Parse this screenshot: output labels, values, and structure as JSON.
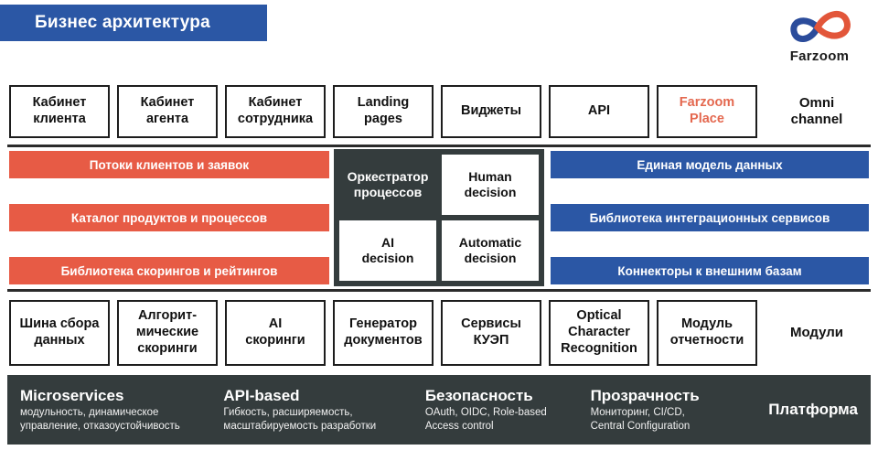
{
  "header": {
    "title": "Бизнес архитектура",
    "banner_color": "#2B57A5",
    "logo": {
      "name": "farzoom-infinity-logo",
      "wordmark": "Farzoom",
      "color_blue": "#2B4C9B",
      "color_orange": "#E2563A"
    }
  },
  "rows": {
    "omni": {
      "label": "Omni\nchannel",
      "label_line1": "Omni",
      "label_line2": "channel",
      "items": [
        {
          "line1": "Кабинет",
          "line2": "клиента",
          "accent": false
        },
        {
          "line1": "Кабинет",
          "line2": "агента",
          "accent": false
        },
        {
          "line1": "Кабинет",
          "line2": "сотрудника",
          "accent": false
        },
        {
          "line1": "Landing",
          "line2": "pages",
          "accent": false
        },
        {
          "line1": "Виджеты",
          "line2": "",
          "accent": false
        },
        {
          "line1": "API",
          "line2": "",
          "accent": false
        },
        {
          "line1": "Farzoom",
          "line2": "Place",
          "accent": true
        }
      ]
    },
    "middle": {
      "left_bars": [
        {
          "label": "Потоки клиентов и заявок",
          "color": "#E75B45"
        },
        {
          "label": "Каталог продуктов и процессов",
          "color": "#E75B45"
        },
        {
          "label": "Библиотека скорингов и рейтингов",
          "color": "#E75B45"
        }
      ],
      "right_bars": [
        {
          "label": "Единая модель данных",
          "color": "#2B57A5"
        },
        {
          "label": "Библиотека интеграционных сервисов",
          "color": "#2B57A5"
        },
        {
          "label": "Коннекторы к внешним базам",
          "color": "#2B57A5"
        }
      ],
      "orchestrator": {
        "label_line1": "Оркестратор",
        "label_line2": "процессов",
        "bg_color": "#343C3D",
        "cells": [
          {
            "line1": "Human",
            "line2": "decision"
          },
          {
            "line1": "AI",
            "line2": "decision"
          },
          {
            "line1": "Automatic",
            "line2": "decision"
          }
        ]
      }
    },
    "modules": {
      "label": "Модули",
      "items": [
        {
          "line1": "Шина сбора",
          "line2": "данных",
          "line3": ""
        },
        {
          "line1": "Алгорит-",
          "line2": "мические",
          "line3": "скоринги"
        },
        {
          "line1": "AI",
          "line2": "скоринги",
          "line3": ""
        },
        {
          "line1": "Генератор",
          "line2": "документов",
          "line3": ""
        },
        {
          "line1": "Сервисы",
          "line2": "КУЭП",
          "line3": ""
        },
        {
          "line1": "Optical",
          "line2": "Character",
          "line3": "Recognition"
        },
        {
          "line1": "Модуль",
          "line2": "отчетности",
          "line3": ""
        }
      ]
    },
    "platform": {
      "label": "Платформа",
      "bg_color": "#343C3D",
      "items": [
        {
          "heading": "Microservices",
          "desc_line1": "модульность, динамическое",
          "desc_line2": "управление, отказоустойчивость"
        },
        {
          "heading": "API-based",
          "desc_line1": "Гибкость, расширяемость,",
          "desc_line2": "масштабируемость разработки"
        },
        {
          "heading": "Безопасность",
          "desc_line1": "OAuth, OIDC, Role-based",
          "desc_line2": "Access control"
        },
        {
          "heading": "Прозрачность",
          "desc_line1": "Мониторинг, CI/CD,",
          "desc_line2": "Central Configuration"
        }
      ]
    }
  }
}
